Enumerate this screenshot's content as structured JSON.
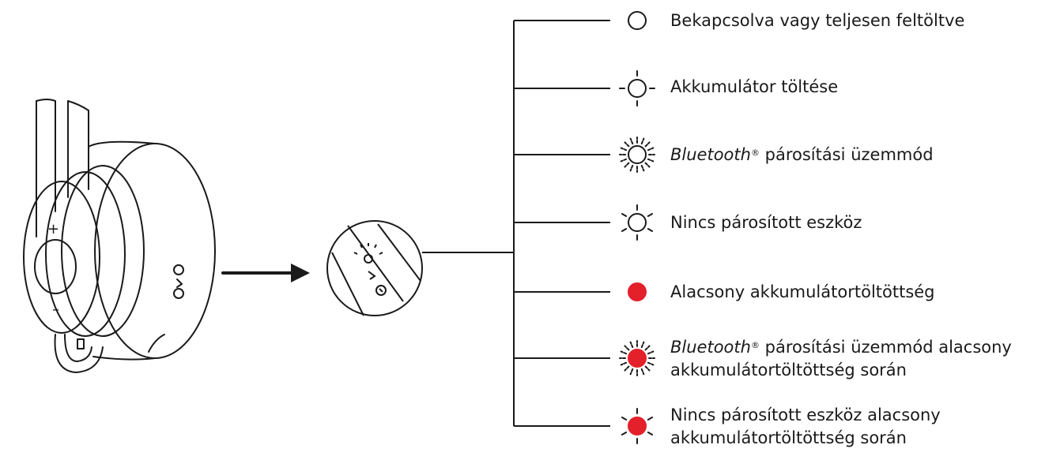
{
  "colors": {
    "stroke": "#1a1a1a",
    "red": "#e4202a",
    "background": "#ffffff"
  },
  "device": {
    "plus_sign": "+",
    "minus_sign": "–"
  },
  "legend": [
    {
      "icon": "led-off-circle-icon",
      "state": "solid-white",
      "text": "Bekapcsolva vagy teljesen feltöltve"
    },
    {
      "icon": "led-pulsing-icon",
      "state": "pulsing-white",
      "text": "Akkumulátor töltése"
    },
    {
      "icon": "led-fast-blink-icon",
      "state": "fast-blinking-white",
      "brand": "Bluetooth",
      "reg": "®",
      "text": "párosítási üzemmód"
    },
    {
      "icon": "led-slow-blink-icon",
      "state": "slow-blinking-white",
      "text": "Nincs párosított eszköz"
    },
    {
      "icon": "led-red-solid-icon",
      "state": "solid-red",
      "text": "Alacsony akkumulátortöltöttség"
    },
    {
      "icon": "led-red-fast-blink-icon",
      "state": "fast-blinking-red",
      "brand": "Bluetooth",
      "reg": "®",
      "text": "párosítási üzemmód alacsony",
      "text2": "akkumulátortöltöttség során"
    },
    {
      "icon": "led-red-slow-blink-icon",
      "state": "slow-blinking-red",
      "text": "Nincs párosított eszköz alacsony",
      "text2": "akkumulátortöltöttség során"
    }
  ]
}
